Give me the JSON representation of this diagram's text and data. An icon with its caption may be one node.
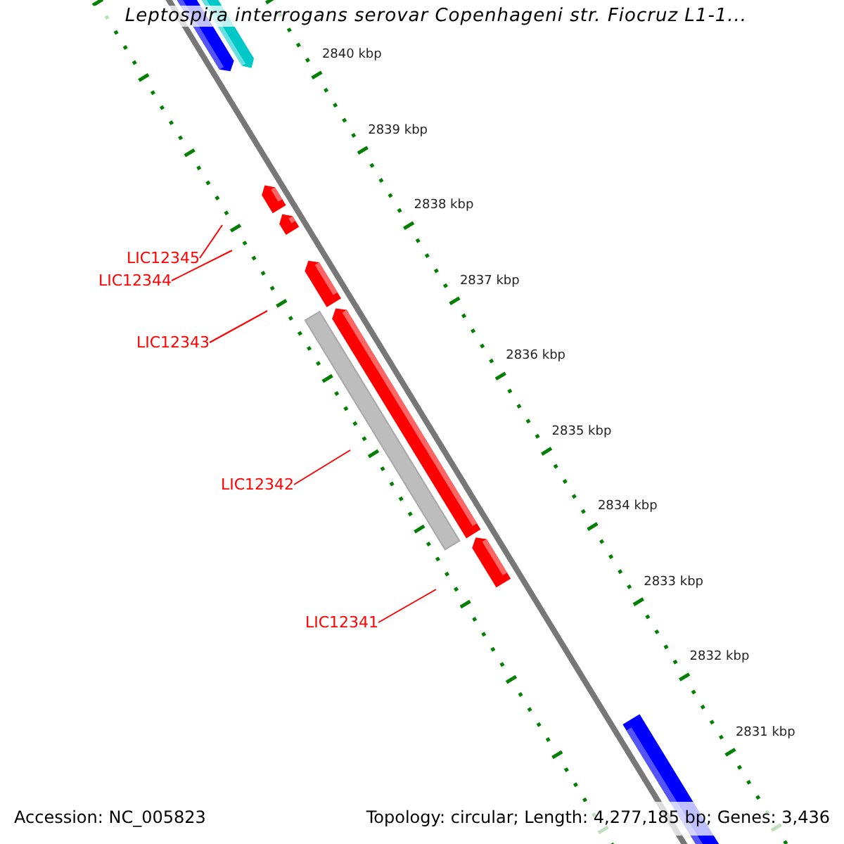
{
  "diagram": {
    "title": "Leptospira interrogans serovar Copenhageni str. Fiocruz L1-1...",
    "nodes": [
      {
        "text": [
          "LIC12345"
        ]
      },
      {
        "text": [
          "LIC12344"
        ]
      },
      {
        "text": [
          "LIC12343"
        ]
      },
      {
        "text": [
          "LIC12342"
        ]
      },
      {
        "text": [
          "LIC12341"
        ]
      }
    ],
    "edges": [
      {
        "from": 0,
        "to": null,
        "arrow": "none"
      },
      {
        "from": 1,
        "to": null,
        "arrow": "none"
      },
      {
        "from": 2,
        "to": null,
        "arrow": "none"
      },
      {
        "from": 3,
        "to": null,
        "arrow": "none"
      },
      {
        "from": 4,
        "to": null,
        "arrow": "none"
      }
    ],
    "labels": [
      "2840 kbp",
      "2839 kbp",
      "2838 kbp",
      "2837 kbp",
      "2836 kbp",
      "2835 kbp",
      "2834 kbp",
      "2833 kbp",
      "2832 kbp",
      "2831 kbp",
      "Accession: NC_005823",
      "Topology: circular; Length: 4,277,185 bp; Genes: 3,436"
    ]
  }
}
